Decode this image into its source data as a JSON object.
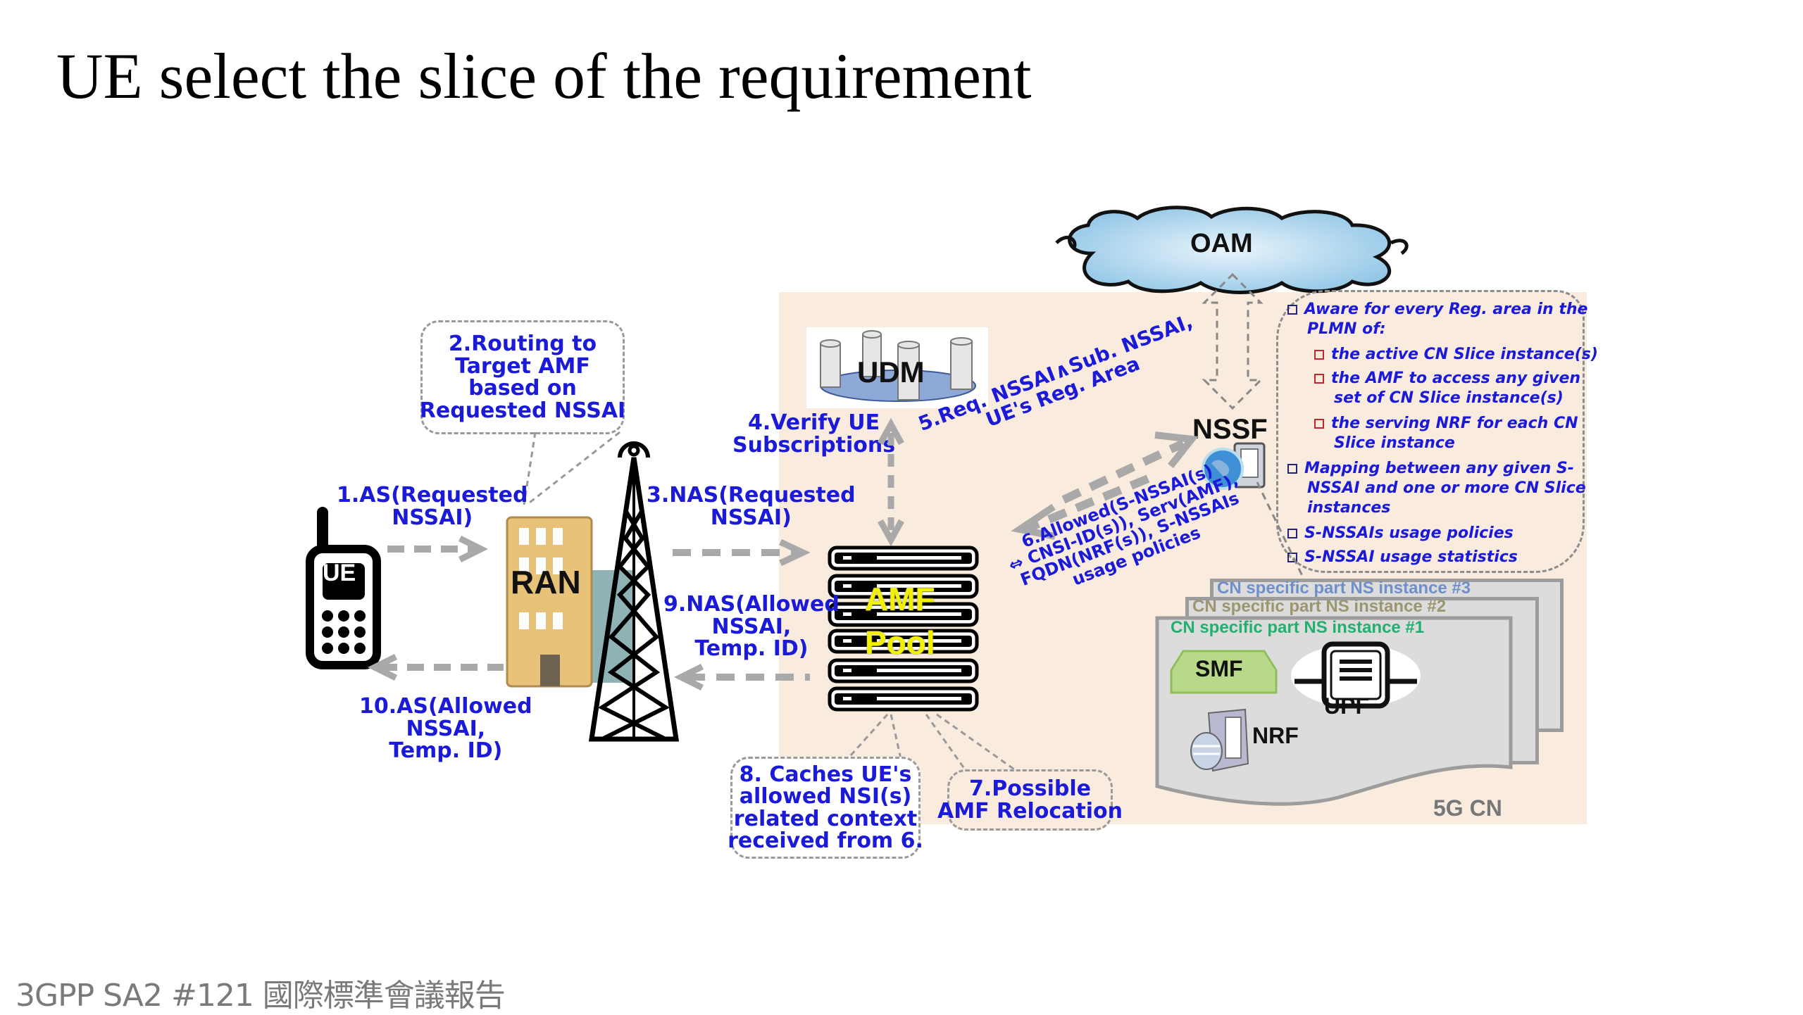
{
  "slide": {
    "title": "UE select the slice of the requirement",
    "footer": "3GPP SA2 #121 國際標準會議報告"
  },
  "nodes": {
    "ue": "UE",
    "ran": "RAN",
    "amf_line1": "AMF",
    "amf_line2": "Pool",
    "udm": "UDM",
    "nssf": "NSSF",
    "oam": "OAM",
    "smf": "SMF",
    "upf": "UPF",
    "nrf": "NRF",
    "core_label": "5G CN"
  },
  "steps": {
    "s1": [
      "1.AS(Requested",
      "NSSAI)"
    ],
    "s2": [
      "2.Routing to",
      "Target AMF",
      "based on",
      "Requested NSSAI"
    ],
    "s3": [
      "3.NAS(Requested",
      "NSSAI)"
    ],
    "s4": [
      "4.Verify UE",
      "Subscriptions"
    ],
    "s5": [
      "5.Req. NSSAI∧Sub. NSSAI,",
      "UE's Reg. Area"
    ],
    "s6": [
      "6.Allowed(S-NSSAI(s)",
      "⇔ CNSI-ID(s)), Serv(AMF),",
      "FQDN(NRF(s)), S-NSSAIs",
      "usage policies"
    ],
    "s7": [
      "7.Possible",
      "AMF Relocation"
    ],
    "s8": [
      "8. Caches UE's",
      "allowed NSI(s)",
      "related context",
      "received from 6."
    ],
    "s9": [
      "9.NAS(Allowed",
      "NSSAI,",
      "Temp. ID)"
    ],
    "s10": [
      "10.AS(Allowed",
      "NSSAI,",
      "Temp. ID)"
    ]
  },
  "nssf_info": {
    "items": [
      {
        "level": 1,
        "lines": [
          "Aware for every Reg. area in the",
          "PLMN of:"
        ]
      },
      {
        "level": 2,
        "lines": [
          "the active CN Slice instance(s)"
        ]
      },
      {
        "level": 2,
        "lines": [
          "the AMF to access any given",
          "set of CN Slice instance(s)"
        ]
      },
      {
        "level": 2,
        "lines": [
          "the serving NRF for each CN",
          "Slice instance"
        ]
      },
      {
        "level": 1,
        "lines": [
          "Mapping between any given S-",
          "NSSAI and one or more CN Slice",
          "instances"
        ]
      },
      {
        "level": 1,
        "lines": [
          "S-NSSAIs usage policies"
        ]
      },
      {
        "level": 1,
        "lines": [
          "S-NSSAI usage statistics"
        ]
      }
    ]
  },
  "cn_instances": [
    {
      "label": "CN specific part NS instance #3",
      "color": "#6f8fc9"
    },
    {
      "label": "CN specific part NS instance #2",
      "color": "#9c9670"
    },
    {
      "label": "CN specific part NS instance #1",
      "color": "#22b070"
    }
  ],
  "colors": {
    "step_text": "#1a1ad8",
    "panel_bg": "#f9ebde",
    "arrow": "#a9a9a9",
    "amf_text": "#f2f200"
  }
}
